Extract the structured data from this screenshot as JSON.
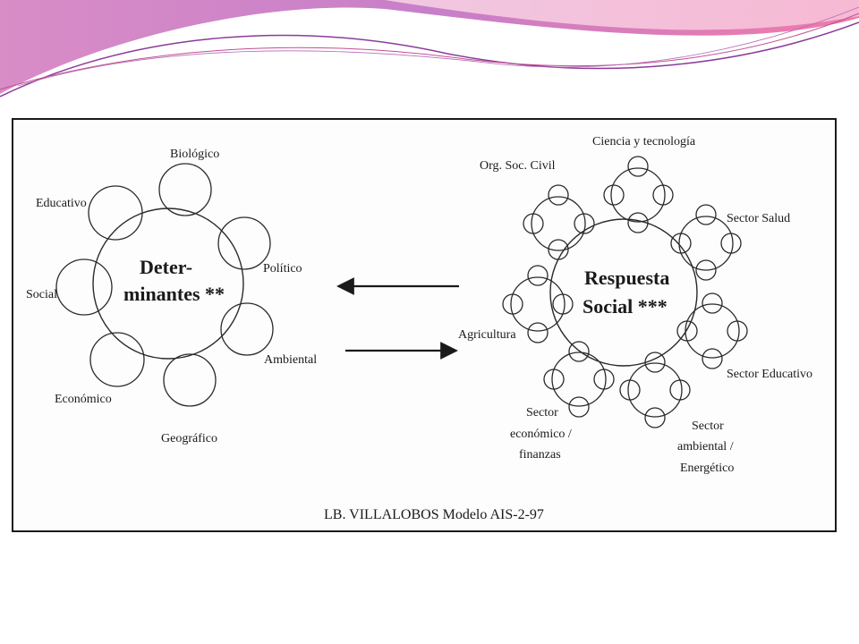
{
  "determinants": {
    "title_line1": "Deter-",
    "title_line2": "minantes **",
    "labels": {
      "biologico": "Biológico",
      "educativo": "Educativo",
      "politico": "Político",
      "social": "Social",
      "ambiental": "Ambiental",
      "economico": "Económico",
      "geografico": "Geográfico"
    }
  },
  "response": {
    "title_line1": "Respuesta",
    "title_line2": "Social ***",
    "labels": {
      "ciencia": "Ciencia y tecnología",
      "org_soc_civil": "Org. Soc. Civil",
      "sector_salud": "Sector Salud",
      "agricultura": "Agricultura",
      "sector_educativo": "Sector Educativo",
      "sector_economico_1": "Sector",
      "sector_economico_2": "económico /",
      "sector_economico_3": "finanzas",
      "sector_ambiental_1": "Sector",
      "sector_ambiental_2": "ambiental /",
      "sector_ambiental_3": "Energético"
    }
  },
  "caption": "LB. VILLALOBOS Modelo AIS-2-97",
  "colors": {
    "banner_pink": "#e07ab5",
    "banner_purple": "#b06cc4",
    "banner_light": "#f0b8d6",
    "ink": "#1a1a1a"
  }
}
